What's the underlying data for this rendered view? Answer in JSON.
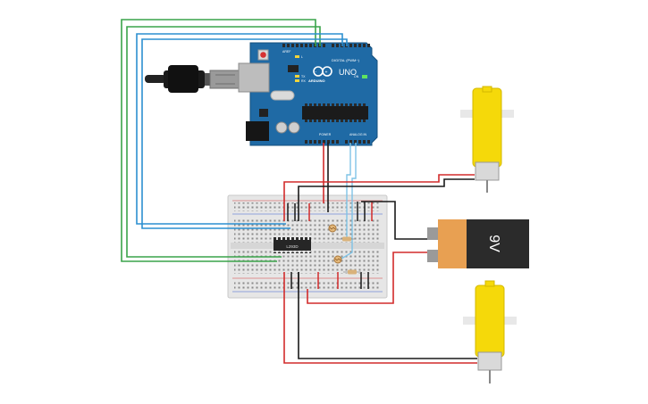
{
  "arduino": {
    "brand": "ARDUINO",
    "model": "UNO",
    "digital_label": "DIGITAL (PWM~)",
    "analog_label": "ANALOG IN",
    "power_label": "POWER",
    "tx_label": "TX",
    "rx_label": "RX",
    "led_label": "L",
    "on_label": "ON",
    "aref_label": "AREF"
  },
  "chip": {
    "label": "L293D"
  },
  "battery": {
    "label": "9V"
  },
  "colors": {
    "board": "#1f6aa5",
    "green_wire": "#3aa34a",
    "blue_wire": "#2c8fd0",
    "red_wire": "#d22b2b",
    "black_wire": "#1a1a1a",
    "motor_yellow": "#f5d90a",
    "battery_orange": "#e8a052",
    "battery_dark": "#2b2b2b"
  },
  "icons": {
    "usb": "usb-cable-icon",
    "motor": "dc-motor-icon",
    "battery": "9v-battery-icon",
    "ldr": "photoresistor-icon",
    "resistor": "resistor-icon"
  }
}
